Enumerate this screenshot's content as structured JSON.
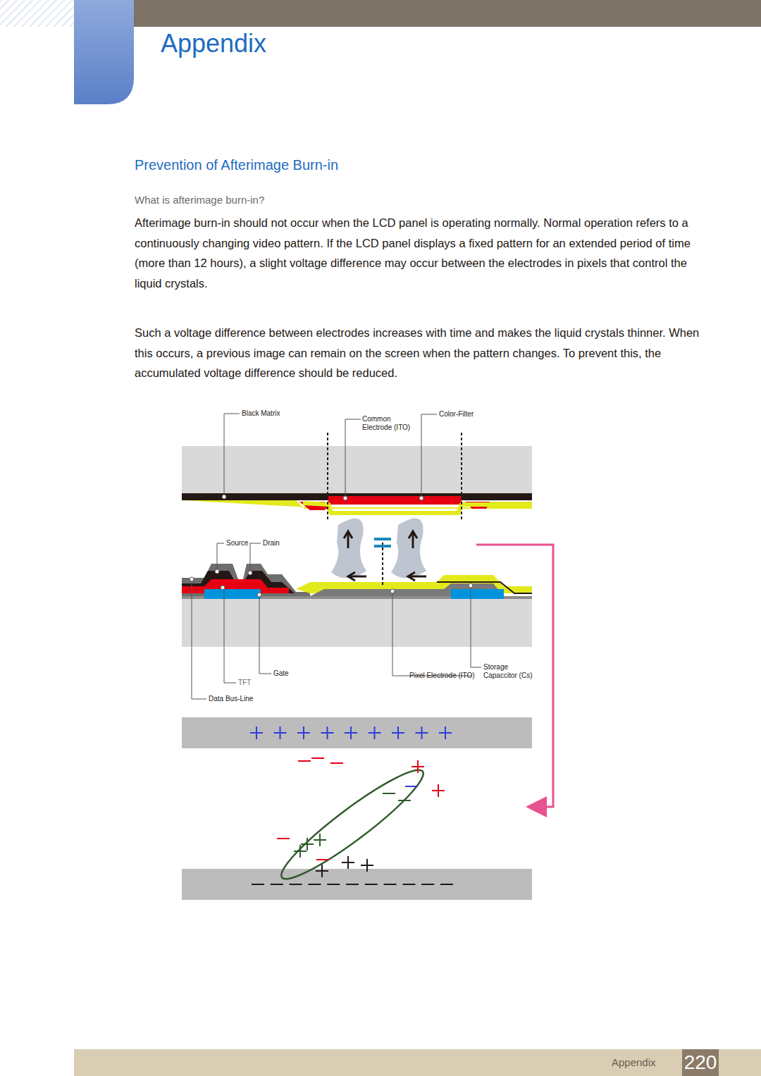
{
  "diagram": {
    "title": "Appendix",
    "labels": [
      "Prevention of Afterimage Burn-in",
      "What is afterimage burn-in?",
      "Afterimage burn-in should not occur when the LCD panel is operating normally. Normal operation refers to a continuously changing video pattern. If the LCD panel displays a fixed pattern for an extended period of time (more than 12 hours), a slight voltage difference may occur between the electrodes in pixels that control the liquid crystals.",
      "Such a voltage difference between electrodes increases with time and makes the liquid crystals thinner. When this occurs, a previous image can remain on the screen when the pattern changes. To prevent this, the accumulated voltage difference should be reduced.",
      "Black Matrix",
      "Common Electrode (ITO)",
      "Color-Filter",
      "Source",
      "Drain",
      "Gate",
      "TFT",
      "Data Bus-Line",
      "Pixel Electrode (ITO)",
      "Storage Capaccitor (Cs)",
      "Appendix",
      "220"
    ]
  }
}
